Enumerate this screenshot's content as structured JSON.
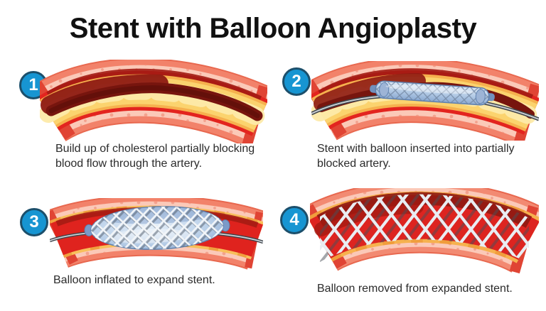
{
  "title": "Stent with Balloon Angioplasty",
  "steps": [
    {
      "number": "1",
      "caption": "Build up of cholesterol partially blocking blood flow through the artery."
    },
    {
      "number": "2",
      "caption": "Stent with balloon inserted into partially blocked artery."
    },
    {
      "number": "3",
      "caption": "Balloon inflated to expand stent."
    },
    {
      "number": "4",
      "caption": "Balloon removed from expanded stent."
    }
  ],
  "palette": {
    "step_badge_blue": "#1795d2",
    "step_badge_rim": "#1c4f6b",
    "artery_outer_wall": "#f2826a",
    "artery_inner_lining": "#fbc9b8",
    "blood_red": "#e3241f",
    "dark_blood_channel": "#77150e",
    "plaque_yellow": "#f8c666",
    "balloon_blue": "#b9cfe8",
    "stent_metal_light": "#eef1f5",
    "stent_metal_dark": "#4b5158",
    "catheter_wire": "#3f444a",
    "title_color": "#111111",
    "caption_color": "#2b2b2b"
  }
}
